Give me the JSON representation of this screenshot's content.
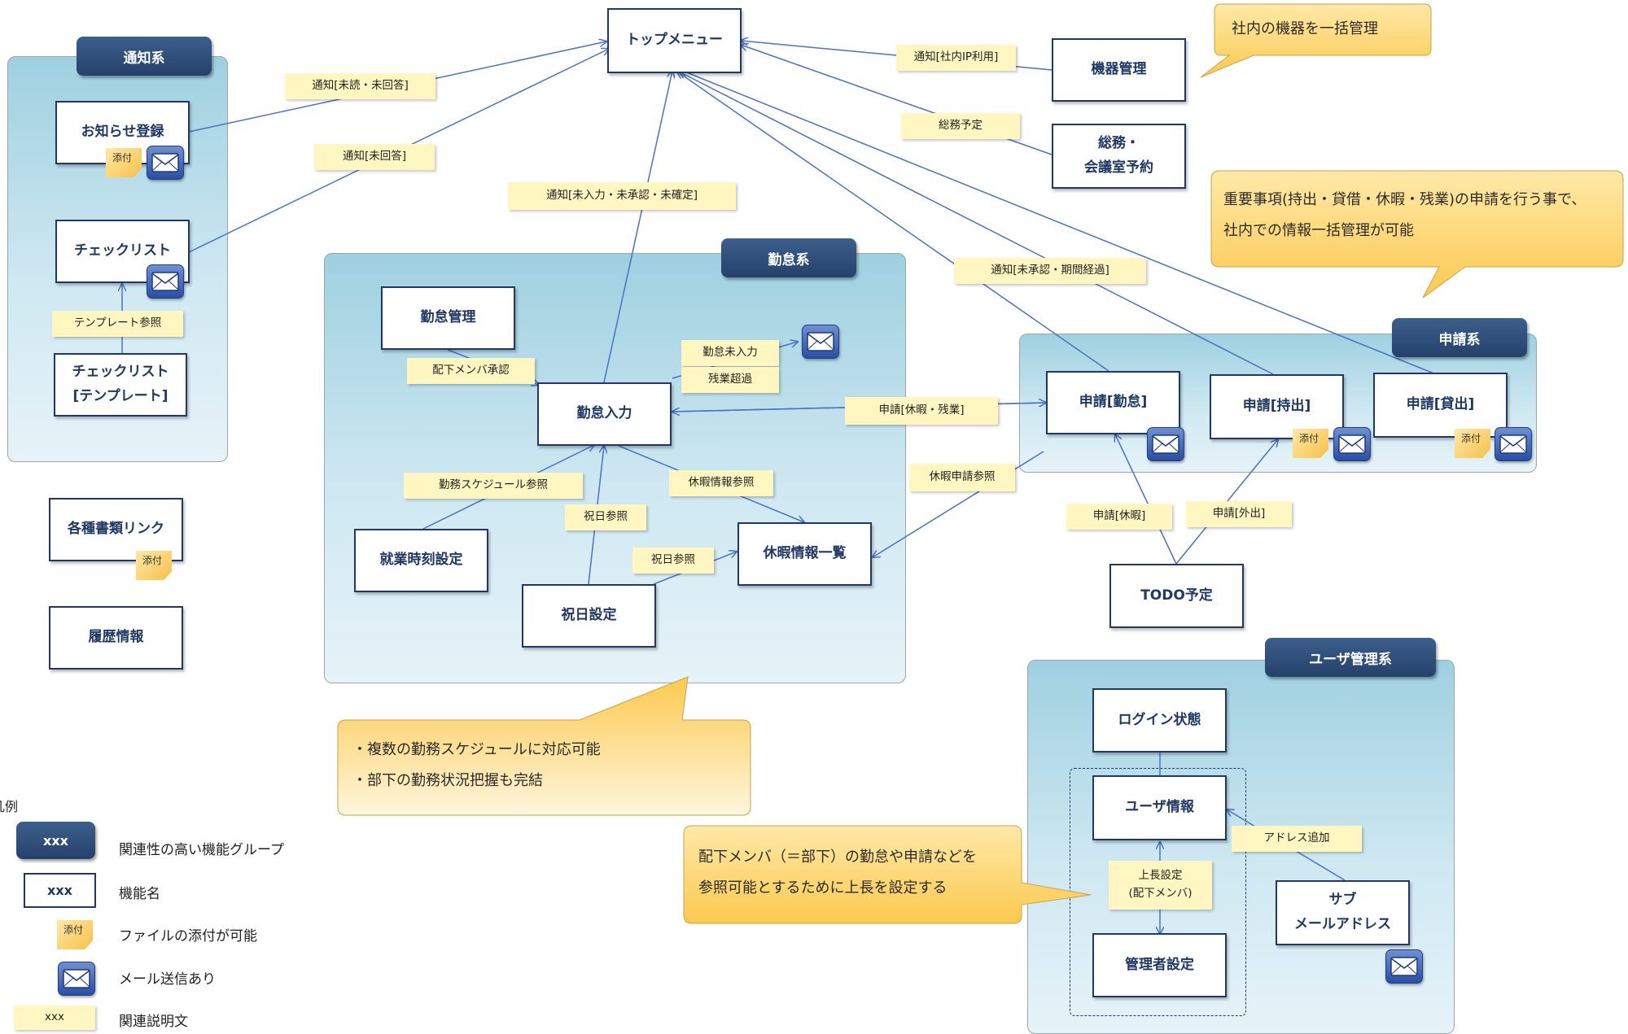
{
  "groups": {
    "notify": "通知系",
    "attendance": "勤怠系",
    "application": "申請系",
    "user": "ユーザ管理系"
  },
  "boxes": {
    "top_menu": "トップメニュー",
    "notice_reg": "お知らせ登録",
    "checklist": "チェックリスト",
    "checklist_tpl_1": "チェックリスト",
    "checklist_tpl_2": "[テンプレート]",
    "doc_links": "各種書類リンク",
    "history": "履歴情報",
    "kintai_mgmt": "勤怠管理",
    "kintai_input": "勤怠入力",
    "work_time": "就業時刻設定",
    "holiday_set": "祝日設定",
    "leave_list": "休暇情報一覧",
    "equipment": "機器管理",
    "general_1": "総務・",
    "general_2": "会議室予約",
    "app_kintai": "申請[勤怠]",
    "app_carry": "申請[持出]",
    "app_lend": "申請[貸出]",
    "todo": "TODO予定",
    "login": "ログイン状態",
    "user_info": "ユーザ情報",
    "admin": "管理者設定",
    "sub_mail_1": "サブ",
    "sub_mail_2": "メールアドレス"
  },
  "labels": {
    "unread": "通知[未読・未回答]",
    "unanswered": "通知[未回答]",
    "template_ref": "テンプレート参照",
    "unentered": "通知[未入力・未承認・未確定]",
    "internal_ip": "通知[社内IP利用]",
    "general_schedule": "総務予定",
    "pending": "通知[未承認・期間経過]",
    "subordinate_approval": "配下メンバ承認",
    "kintai_missing": "勤怠未入力",
    "overtime": "残業超過",
    "app_leave_ot": "申請[休暇・残業]",
    "schedule_ref": "勤務スケジュール参照",
    "holiday_ref_1": "祝日参照",
    "leave_info_ref": "休暇情報参照",
    "holiday_ref_2": "祝日参照",
    "leave_app_ref": "休暇申請参照",
    "app_leave": "申請[休暇]",
    "app_out": "申請[外出]",
    "address_add": "アドレス追加",
    "supervisor_1": "上長設定",
    "supervisor_2": "(配下メンバ)"
  },
  "attach_text": "添付",
  "callouts": {
    "equipment": "社内の機器を一括管理",
    "important_1": "重要事項(持出・貸借・休暇・残業)の申請を行う事で、",
    "important_2": "社内での情報一括管理が可能",
    "schedule_1": "・複数の勤務スケジュールに対応可能",
    "schedule_2": "・部下の勤務状況把握も完結",
    "subordinate_1": "配下メンバ（＝部下）の勤怠や申請などを",
    "subordinate_2": "参照可能とするために上長を設定する"
  },
  "legend": {
    "title": "凡例",
    "sample": "xxx",
    "group": "関連性の高い機能グループ",
    "function": "機能名",
    "attach": "ファイルの添付が可能",
    "mail": "メール送信あり",
    "note": "関連説明文"
  },
  "icons": [
    "mail-icon",
    "attachment-icon"
  ],
  "colors": {
    "navy": "#1f3864",
    "group_bg": "#9fd0e0",
    "label_bg": "#fff6c2",
    "callout": "#fcd86a",
    "line": "#4a72c2"
  }
}
